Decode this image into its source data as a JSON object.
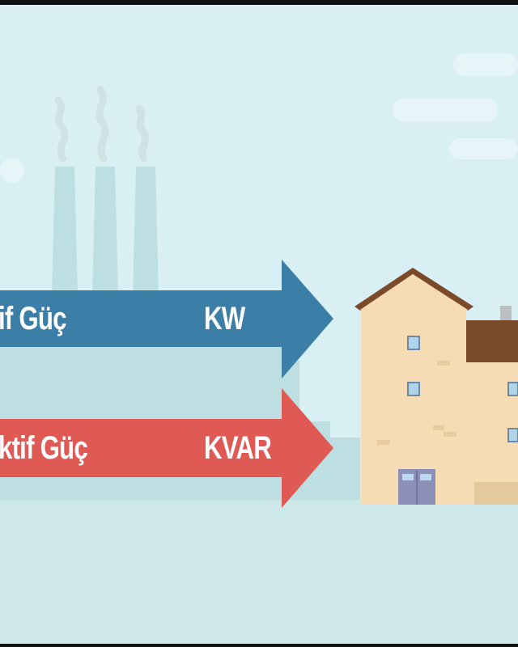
{
  "arrows": {
    "active": {
      "label": "if Güç",
      "unit": "KW",
      "color": "#3b7ea6"
    },
    "reactive": {
      "label": "ktif Güç",
      "unit": "KVAR",
      "color": "#e05a55"
    }
  },
  "colors": {
    "sky": "#d8f0f3",
    "ground": "#cde8ea",
    "factory": "#bddfe2",
    "house_wall": "#f5dcb4",
    "roof": "#7b4a2a"
  },
  "icons": [
    "factory-chimney-icon",
    "smoke-icon",
    "house-icon",
    "window-icon",
    "door-icon"
  ]
}
